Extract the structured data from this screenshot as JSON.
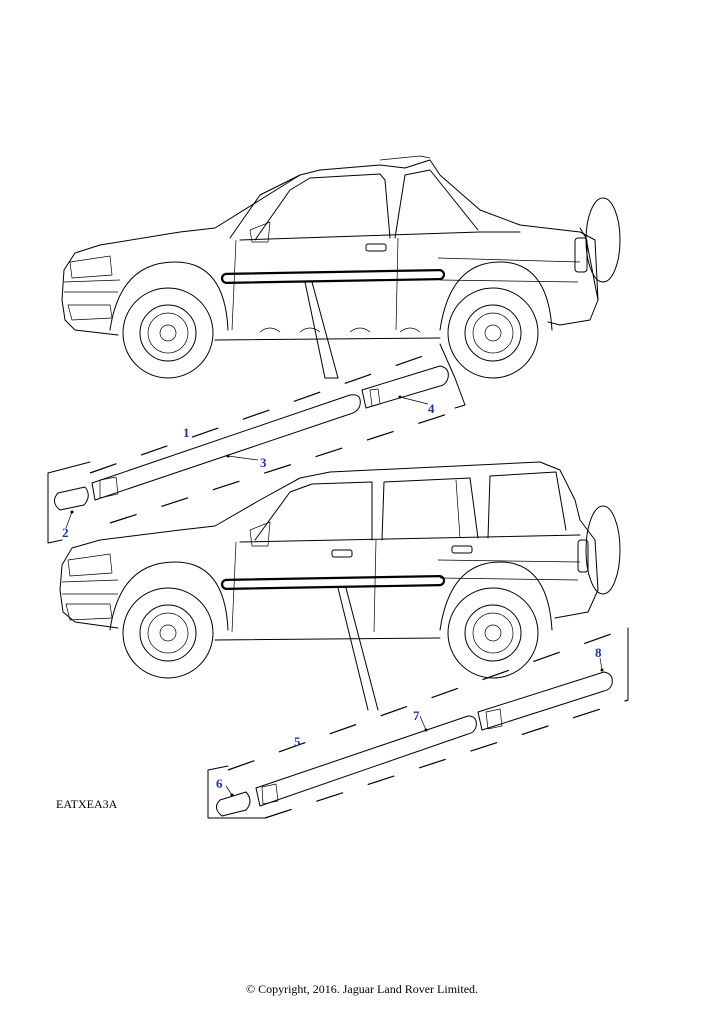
{
  "callouts": [
    {
      "id": "1",
      "label": "1"
    },
    {
      "id": "2",
      "label": "2"
    },
    {
      "id": "3",
      "label": "3"
    },
    {
      "id": "4",
      "label": "4"
    },
    {
      "id": "5",
      "label": "5"
    },
    {
      "id": "6",
      "label": "6"
    },
    {
      "id": "7",
      "label": "7"
    },
    {
      "id": "8",
      "label": "8"
    }
  ],
  "diagram_code": "EATXEA3A",
  "copyright": "© Copyright, 2016. Jaguar Land Rover Limited.",
  "colors": {
    "callout": "#1a33b3",
    "line": "#000000"
  }
}
